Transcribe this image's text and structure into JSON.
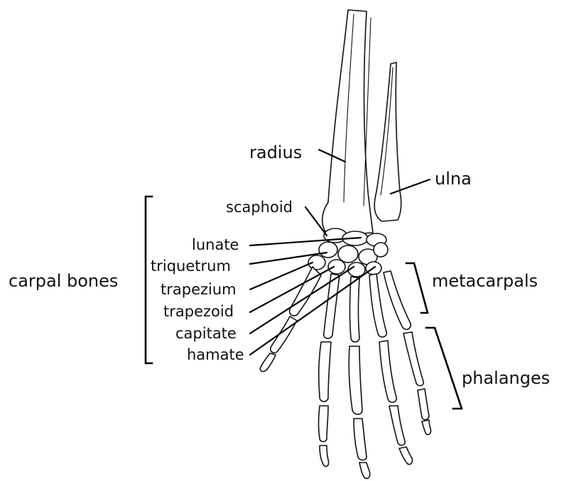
{
  "labels": {
    "radius": "radius",
    "ulna": "ulna",
    "scaphoid": "scaphoid",
    "lunate": "lunate",
    "triquetrum": "triquetrum",
    "trapezium": "trapezium",
    "trapezoid": "trapezoid",
    "capitate": "capitate",
    "hamate": "hamate",
    "carpal_bones": "carpal bones",
    "metacarpals": "metacarpals",
    "phalanges": "phalanges"
  }
}
